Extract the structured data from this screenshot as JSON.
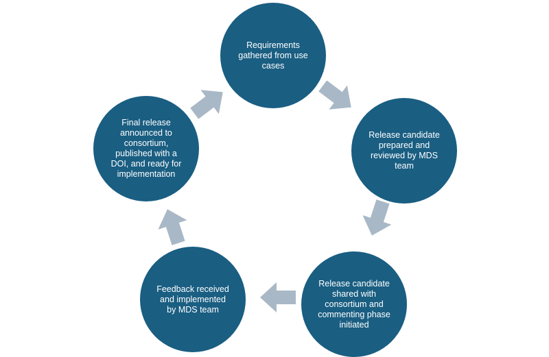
{
  "colors": {
    "node_fill": "#1a5e82",
    "node_text": "#ffffff",
    "arrow_fill": "#a9b8c6"
  },
  "diagram": {
    "nodes": [
      {
        "label": "Requirements gathered from use cases"
      },
      {
        "label": "Release candidate prepared and reviewed by MDS team"
      },
      {
        "label": "Release candidate shared with consortium and commenting phase initiated"
      },
      {
        "label": "Feedback received and implemented by MDS team"
      },
      {
        "label": "Final release announced to consortium, published with a DOI, and ready for implementation"
      }
    ],
    "arrow_icon": "right-arrow-icon"
  }
}
